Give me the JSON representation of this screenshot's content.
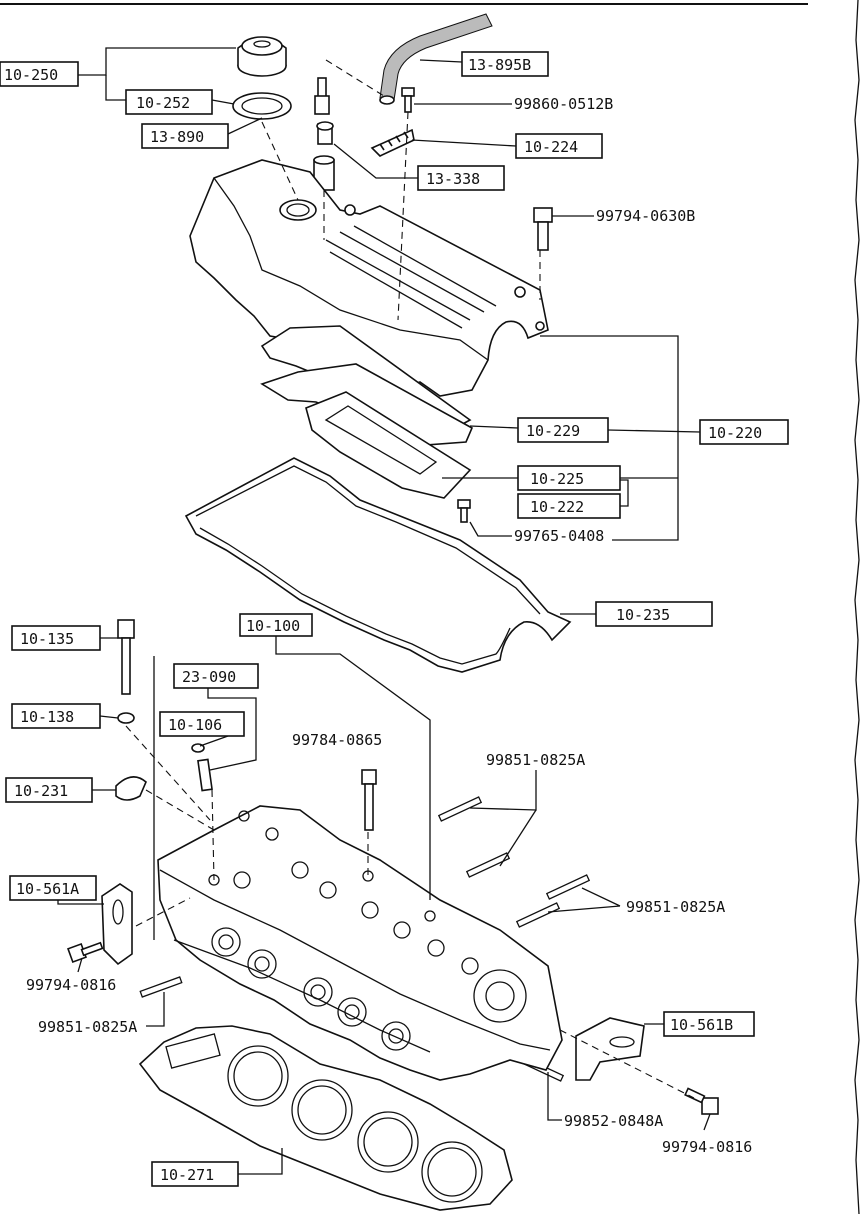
{
  "labels": {
    "l10_250": "10-250",
    "l10_252": "10-252",
    "l13_890": "13-890",
    "l13_895B": "13-895B",
    "l99860_0512B": "99860-0512B",
    "l10_224": "10-224",
    "l13_338": "13-338",
    "l99794_0630B": "99794-0630B",
    "l10_229": "10-229",
    "l10_220": "10-220",
    "l10_225": "10-225",
    "l10_222": "10-222",
    "l99765_0408": "99765-0408",
    "l10_235": "10-235",
    "l10_135": "10-135",
    "l10_100": "10-100",
    "l23_090": "23-090",
    "l10_138": "10-138",
    "l10_106": "10-106",
    "l99784_0865": "99784-0865",
    "l99851_0825A_top": "99851-0825A",
    "l10_231": "10-231",
    "l10_561A": "10-561A",
    "l99851_0825A_right": "99851-0825A",
    "l99794_0816_left": "99794-0816",
    "l99851_0825A_left": "99851-0825A",
    "l10_561B": "10-561B",
    "l99852_0848A": "99852-0848A",
    "l99794_0816_right": "99794-0816",
    "l10_271": "10-271"
  }
}
